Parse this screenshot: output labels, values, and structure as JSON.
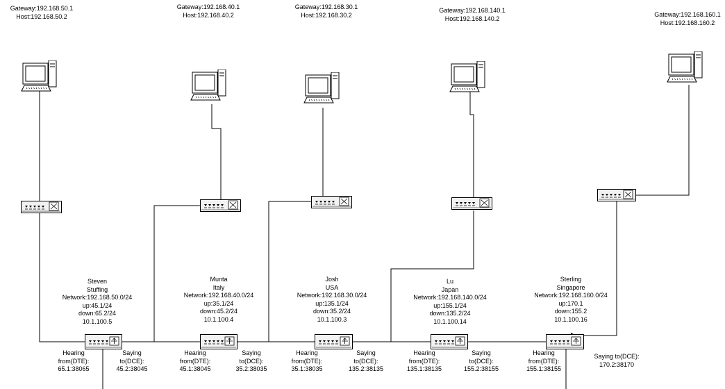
{
  "hosts": [
    {
      "gateway": "Gateway:192.168.50.1",
      "host": "Host:192.168.50.2",
      "icon": "pc-icon"
    },
    {
      "gateway": "Gateway:192.168.40.1",
      "host": "Host:192.168.40.2",
      "icon": "pc-icon"
    },
    {
      "gateway": "Gateway:192.168.30.1",
      "host": "Host:192.168.30.2",
      "icon": "pc-icon"
    },
    {
      "gateway": "Gateway:192.168.140.1",
      "host": "Host:192.168.140.2",
      "icon": "pc-icon"
    },
    {
      "gateway": "Gateway:192.168.160.1",
      "host": "Host:192.168.160.2",
      "icon": "pc-icon"
    }
  ],
  "routers": [
    {
      "lines": [
        "Steven",
        "Stuffing",
        "Network:192.168.50.0/24",
        "up:45.1/24",
        "down:65.2/24",
        "10.1.100.5"
      ],
      "hearing": [
        "Hearing",
        "from(DTE):",
        "65.1:38065"
      ],
      "saying": [
        "Saying",
        "to(DCE):",
        "45.2:38045"
      ]
    },
    {
      "lines": [
        "Munta",
        "Italy",
        "Network:192.168.40.0/24",
        "up:35.1/24",
        "down:45.2/24",
        "10.1.100.4"
      ],
      "hearing": [
        "Hearing",
        "from(DTE):",
        "45.1:38045"
      ],
      "saying": [
        "Saying",
        "to(DCE):",
        "35.2:38035"
      ]
    },
    {
      "lines": [
        "Josh",
        "USA",
        "Network:192.168.30.0/24",
        "up:135.1/24",
        "down:35.2/24",
        "10.1.100.3"
      ],
      "hearing": [
        "Hearing",
        "from(DTE):",
        "35.1:38035"
      ],
      "saying": [
        "Saying",
        "to(DCE):",
        "135.2:38135"
      ]
    },
    {
      "lines": [
        "Lu",
        "Japan",
        "Network:192.168.140.0/24",
        "up:155.1/24",
        "down:135.2/24",
        "10.1.100.14"
      ],
      "hearing": [
        "Hearing",
        "from(DTE):",
        "135.1:38135"
      ],
      "saying": [
        "Saying",
        "to(DCE):",
        "155.2:38155"
      ]
    },
    {
      "lines": [
        "Sterling",
        "Singapore",
        "Network:192.168.160.0/24",
        "up:170.1",
        "down:155.2",
        "10.1.100.16"
      ],
      "hearing": [
        "Hearing",
        "from(DTE):",
        "155.1:38155"
      ],
      "saying": [
        "Saying to(DCE):",
        "170.2:38170"
      ]
    }
  ],
  "icons": {
    "host": "pc-icon",
    "switch": "switch-icon",
    "router": "router-icon"
  },
  "colors": {
    "line": "#000000",
    "device": "#f2f2f2",
    "background": "#ffffff"
  }
}
